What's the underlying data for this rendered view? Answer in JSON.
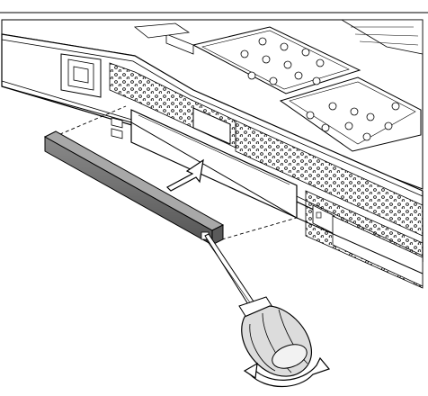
{
  "figure": {
    "caption": "",
    "style": {
      "line_color": "#000000",
      "bezel_fill": "#ffffff",
      "filler_panel_fill": "#6e6e6e",
      "handle_fill": "#dcdcdc"
    },
    "parts": {
      "chassis": "server-chassis",
      "filler_panel": "dvd-filler-panel",
      "tool": "flat-blade-screwdriver",
      "direction_arrow": "pull-out-arrow",
      "rotation_arrow": "twist-arrow"
    }
  }
}
